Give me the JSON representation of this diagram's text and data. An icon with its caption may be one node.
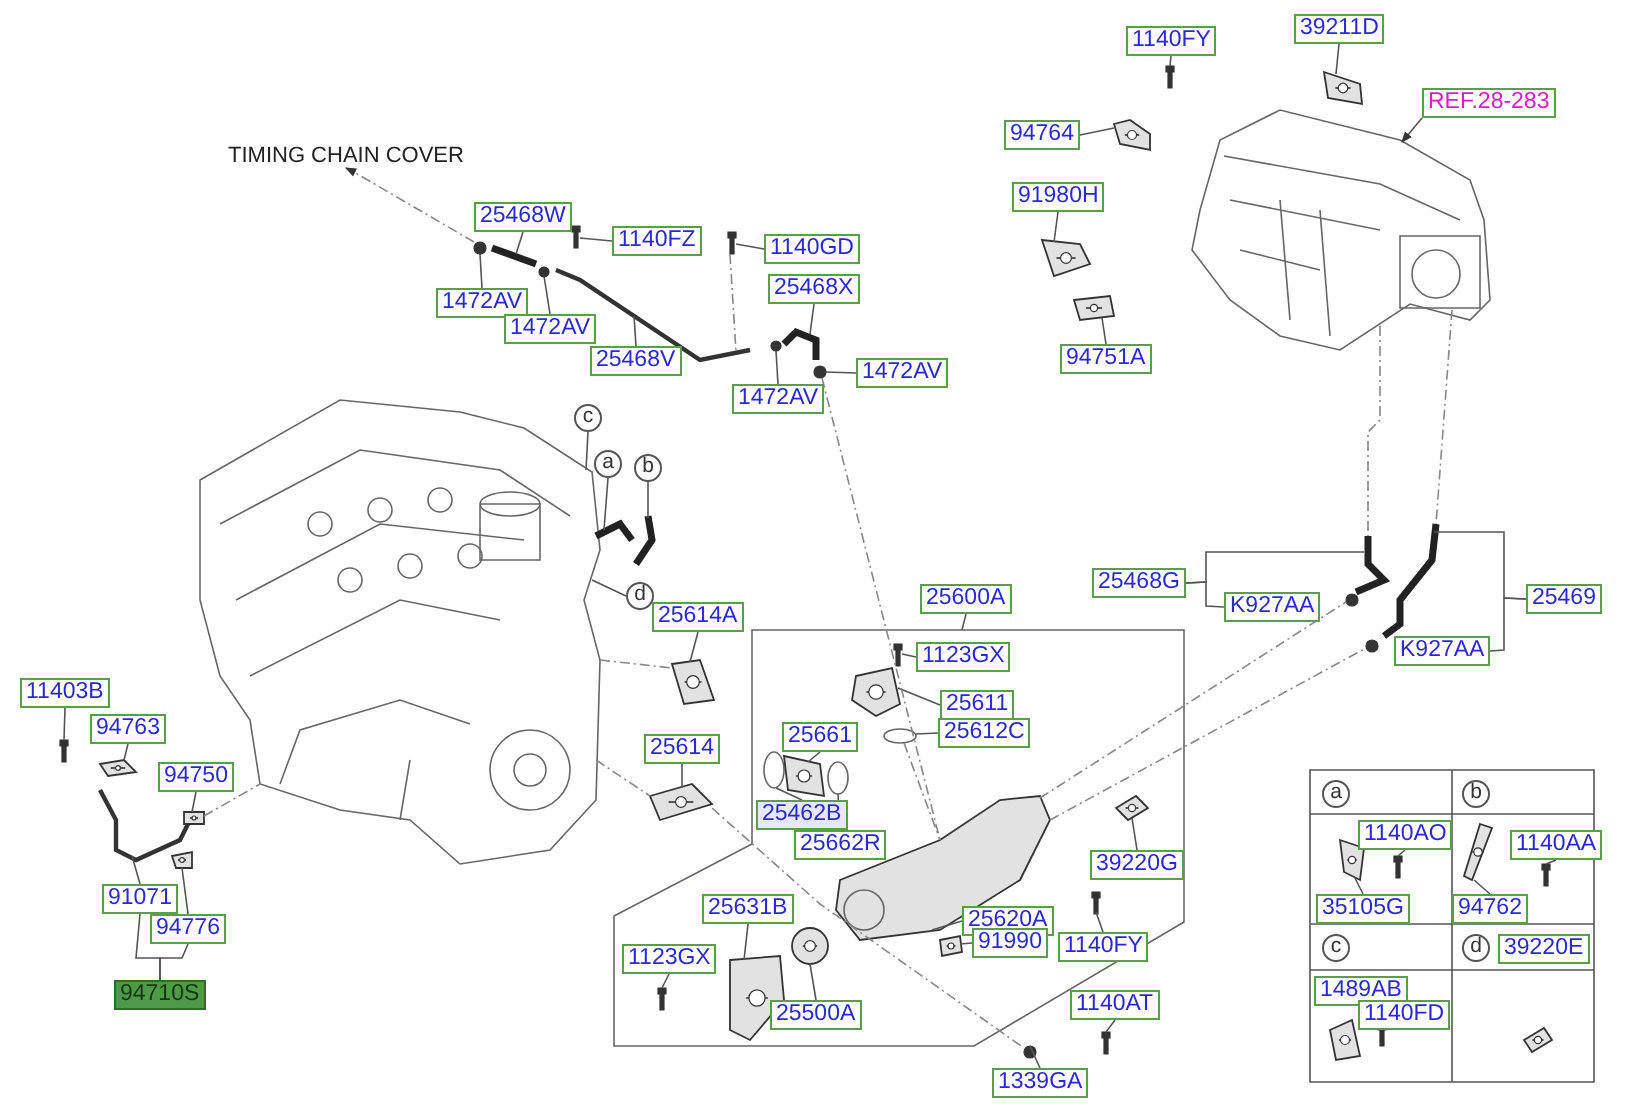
{
  "diagram": {
    "nodes": [
      {
        "text": [
          "TIMING CHAIN COVER"
        ]
      },
      {
        "text": [
          "25468W"
        ]
      },
      {
        "text": [
          "1140FZ"
        ]
      },
      {
        "text": [
          "1140GD"
        ]
      },
      {
        "text": [
          "1472AV"
        ]
      },
      {
        "text": [
          "1472AV"
        ]
      },
      {
        "text": [
          "25468V"
        ]
      },
      {
        "text": [
          "25468X"
        ]
      },
      {
        "text": [
          "1472AV"
        ]
      },
      {
        "text": [
          "1472AV"
        ]
      },
      {
        "text": [
          "1140FY"
        ]
      },
      {
        "text": [
          "39211D"
        ]
      },
      {
        "text": [
          "REF.28-283"
        ]
      },
      {
        "text": [
          "94764"
        ]
      },
      {
        "text": [
          "91980H"
        ]
      },
      {
        "text": [
          "94751A"
        ]
      },
      {
        "text": [
          "c"
        ]
      },
      {
        "text": [
          "a"
        ]
      },
      {
        "text": [
          "b"
        ]
      },
      {
        "text": [
          "d"
        ]
      },
      {
        "text": [
          "25614A"
        ]
      },
      {
        "text": [
          "25600A"
        ]
      },
      {
        "text": [
          "1123GX"
        ]
      },
      {
        "text": [
          "25611"
        ]
      },
      {
        "text": [
          "25612C"
        ]
      },
      {
        "text": [
          "25661"
        ]
      },
      {
        "text": [
          "25614"
        ]
      },
      {
        "text": [
          "25462B"
        ]
      },
      {
        "text": [
          "25662R"
        ]
      },
      {
        "text": [
          "11403B"
        ]
      },
      {
        "text": [
          "94763"
        ]
      },
      {
        "text": [
          "94750"
        ]
      },
      {
        "text": [
          "25468G"
        ]
      },
      {
        "text": [
          "K927AA"
        ]
      },
      {
        "text": [
          "25469"
        ]
      },
      {
        "text": [
          "K927AA"
        ]
      },
      {
        "text": [
          "39220G"
        ]
      },
      {
        "text": [
          "91071"
        ]
      },
      {
        "text": [
          "94776"
        ]
      },
      {
        "text": [
          "94710S"
        ]
      },
      {
        "text": [
          "25631B"
        ]
      },
      {
        "text": [
          "25620A"
        ]
      },
      {
        "text": [
          "91990"
        ]
      },
      {
        "text": [
          "1140FY"
        ]
      },
      {
        "text": [
          "1123GX"
        ]
      },
      {
        "text": [
          "25500A"
        ]
      },
      {
        "text": [
          "1140AT"
        ]
      },
      {
        "text": [
          "1339GA"
        ]
      },
      {
        "text": [
          "a"
        ]
      },
      {
        "text": [
          "b"
        ]
      },
      {
        "text": [
          "1140AO"
        ]
      },
      {
        "text": [
          "1140AA"
        ]
      },
      {
        "text": [
          "35105G"
        ]
      },
      {
        "text": [
          "94762"
        ]
      },
      {
        "text": [
          "c"
        ]
      },
      {
        "text": [
          "d"
        ]
      },
      {
        "text": [
          "39220E"
        ]
      },
      {
        "text": [
          "1489AB"
        ]
      },
      {
        "text": [
          "1140FD"
        ]
      },
      {
        "text": [],
        "shape": "picture"
      },
      {
        "text": [],
        "shape": "picture"
      },
      {
        "text": [],
        "shape": "picture"
      },
      {
        "text": [],
        "shape": "picture"
      },
      {
        "text": [],
        "shape": "picture"
      },
      {
        "text": [],
        "shape": "picture"
      },
      {
        "text": [],
        "shape": "picture"
      },
      {
        "text": [],
        "shape": "picture"
      },
      {
        "text": [],
        "shape": "picture"
      },
      {
        "text": [],
        "shape": "picture"
      },
      {
        "text": [],
        "shape": "picture"
      },
      {
        "text": [],
        "shape": "picture"
      },
      {
        "text": [],
        "shape": "picture"
      },
      {
        "text": [],
        "shape": "picture"
      },
      {
        "text": [],
        "shape": "picture"
      },
      {
        "text": [],
        "shape": "picture"
      },
      {
        "text": [],
        "shape": "picture"
      },
      {
        "text": [],
        "shape": "picture"
      },
      {
        "text": [],
        "shape": "picture"
      },
      {
        "text": [],
        "shape": "picture"
      },
      {
        "text": [],
        "shape": "picture"
      },
      {
        "text": [],
        "shape": "picture"
      },
      {
        "text": [],
        "shape": "picture"
      },
      {
        "text": [],
        "shape": "picture"
      },
      {
        "text": [],
        "shape": "picture"
      },
      {
        "text": [],
        "shape": "picture"
      },
      {
        "text": [],
        "shape": "picture"
      },
      {
        "text": [],
        "shape": "picture"
      },
      {
        "text": [],
        "shape": "picture"
      },
      {
        "text": [],
        "shape": "picture"
      },
      {
        "text": [],
        "shape": "picture"
      },
      {
        "text": [],
        "shape": "picture"
      },
      {
        "text": [],
        "shape": "picture"
      },
      {
        "text": [],
        "shape": "picture"
      },
      {
        "text": [],
        "shape": "picture"
      },
      {
        "text": [],
        "shape": "picture"
      },
      {
        "text": [],
        "shape": "picture"
      },
      {
        "text": [],
        "shape": "picture"
      },
      {
        "text": [],
        "shape": "picture"
      },
      {
        "text": [],
        "shape": "picture"
      },
      {
        "text": [],
        "shape": "picture"
      },
      {
        "text": [],
        "shape": "picture"
      },
      {
        "text": [],
        "shape": "picture"
      },
      {
        "text": [],
        "shape": "picture"
      },
      {
        "text": [],
        "shape": "picture"
      },
      {
        "text": [],
        "shape": "picture"
      },
      {
        "text": [],
        "shape": "picture"
      },
      {
        "text": [],
        "shape": "picture"
      },
      {
        "text": [],
        "shape": "picture"
      },
      {
        "text": [],
        "shape": "picture"
      },
      {
        "text": [],
        "shape": "picture"
      }
    ],
    "edges": [
      {
        "from": 62,
        "to": 0,
        "arrow": "to",
        "style": "dashed"
      },
      {
        "from": 1,
        "to": 63,
        "arrow": "none"
      },
      {
        "from": 2,
        "to": 65,
        "arrow": "none"
      },
      {
        "from": 3,
        "to": 67,
        "arrow": "none"
      },
      {
        "from": 4,
        "to": 62,
        "arrow": "none"
      },
      {
        "from": 5,
        "to": 64,
        "arrow": "none"
      },
      {
        "from": 6,
        "to": 66,
        "arrow": "none"
      },
      {
        "from": 7,
        "to": 69,
        "arrow": "none"
      },
      {
        "from": 8,
        "to": 70,
        "arrow": "none"
      },
      {
        "from": 9,
        "to": 68,
        "arrow": "none"
      },
      {
        "from": 10,
        "to": 71,
        "arrow": "none"
      },
      {
        "from": 11,
        "to": 72,
        "arrow": "none"
      },
      {
        "from": 12,
        "to": 76,
        "arrow": "to"
      },
      {
        "from": 13,
        "to": 73,
        "arrow": "none"
      },
      {
        "from": 14,
        "to": 74,
        "arrow": "none"
      },
      {
        "from": 15,
        "to": 75,
        "arrow": "none"
      },
      {
        "from": 16,
        "to": 59,
        "arrow": "none"
      },
      {
        "from": 17,
        "to": 60,
        "arrow": "none"
      },
      {
        "from": 18,
        "to": 61,
        "arrow": "none"
      },
      {
        "from": 19,
        "to": 59,
        "arrow": "none"
      },
      {
        "from": 20,
        "to": 81,
        "arrow": "none"
      },
      {
        "from": 21,
        "to": null,
        "arrow": "none"
      },
      {
        "from": 22,
        "to": 86,
        "arrow": "none"
      },
      {
        "from": 23,
        "to": 87,
        "arrow": "none"
      },
      {
        "from": 24,
        "to": 88,
        "arrow": "none"
      },
      {
        "from": 25,
        "to": 84,
        "arrow": "none"
      },
      {
        "from": 26,
        "to": 82,
        "arrow": "none"
      },
      {
        "from": 27,
        "to": 83,
        "arrow": "none"
      },
      {
        "from": 28,
        "to": 85,
        "arrow": "none"
      },
      {
        "from": 29,
        "to": 98,
        "arrow": "none"
      },
      {
        "from": 30,
        "to": 99,
        "arrow": "none"
      },
      {
        "from": 31,
        "to": 100,
        "arrow": "none"
      },
      {
        "from": 32,
        "to": 33,
        "arrow": "none"
      },
      {
        "from": 32,
        "to": 77,
        "arrow": "none"
      },
      {
        "from": 34,
        "to": 35,
        "arrow": "none"
      },
      {
        "from": 34,
        "to": 79,
        "arrow": "none"
      },
      {
        "from": 36,
        "to": 91,
        "arrow": "none"
      },
      {
        "from": 37,
        "to": 101,
        "arrow": "none"
      },
      {
        "from": 38,
        "to": 102,
        "arrow": "none"
      },
      {
        "from": 39,
        "to": 37,
        "arrow": "none"
      },
      {
        "from": 39,
        "to": 38,
        "arrow": "none"
      },
      {
        "from": 40,
        "to": 93,
        "arrow": "none"
      },
      {
        "from": 41,
        "to": 89,
        "arrow": "none"
      },
      {
        "from": 42,
        "to": 90,
        "arrow": "none"
      },
      {
        "from": 43,
        "to": 92,
        "arrow": "none"
      },
      {
        "from": 44,
        "to": 94,
        "arrow": "none"
      },
      {
        "from": 45,
        "to": 95,
        "arrow": "none"
      },
      {
        "from": 46,
        "to": 96,
        "arrow": "none"
      },
      {
        "from": 47,
        "to": 97,
        "arrow": "none"
      },
      {
        "from": 50,
        "to": 104,
        "arrow": "none"
      },
      {
        "from": 51,
        "to": 106,
        "arrow": "none"
      },
      {
        "from": 52,
        "to": 103,
        "arrow": "none"
      },
      {
        "from": 53,
        "to": 105,
        "arrow": "none"
      },
      {
        "from": 100,
        "to": 59,
        "arrow": "none",
        "style": "dashed"
      },
      {
        "from": 70,
        "to": 89,
        "arrow": "none",
        "style": "dashed"
      },
      {
        "from": 76,
        "to": 77,
        "arrow": "none",
        "style": "dashed"
      },
      {
        "from": 76,
        "to": 79,
        "arrow": "none",
        "style": "dashed"
      },
      {
        "from": 67,
        "to": 66,
        "arrow": "none",
        "style": "dashed"
      },
      {
        "from": 59,
        "to": 81,
        "arrow": "none",
        "style": "dashed"
      },
      {
        "from": 59,
        "to": 82,
        "arrow": "none",
        "style": "dashed"
      },
      {
        "from": 82,
        "to": 97,
        "arrow": "none",
        "style": "dashed"
      },
      {
        "from": 89,
        "to": 78,
        "arrow": "none",
        "style": "dashed"
      },
      {
        "from": 89,
        "to": 80,
        "arrow": "none",
        "style": "dashed"
      },
      {
        "from": 88,
        "to": 89,
        "arrow": "none",
        "style": "dashed"
      }
    ]
  }
}
